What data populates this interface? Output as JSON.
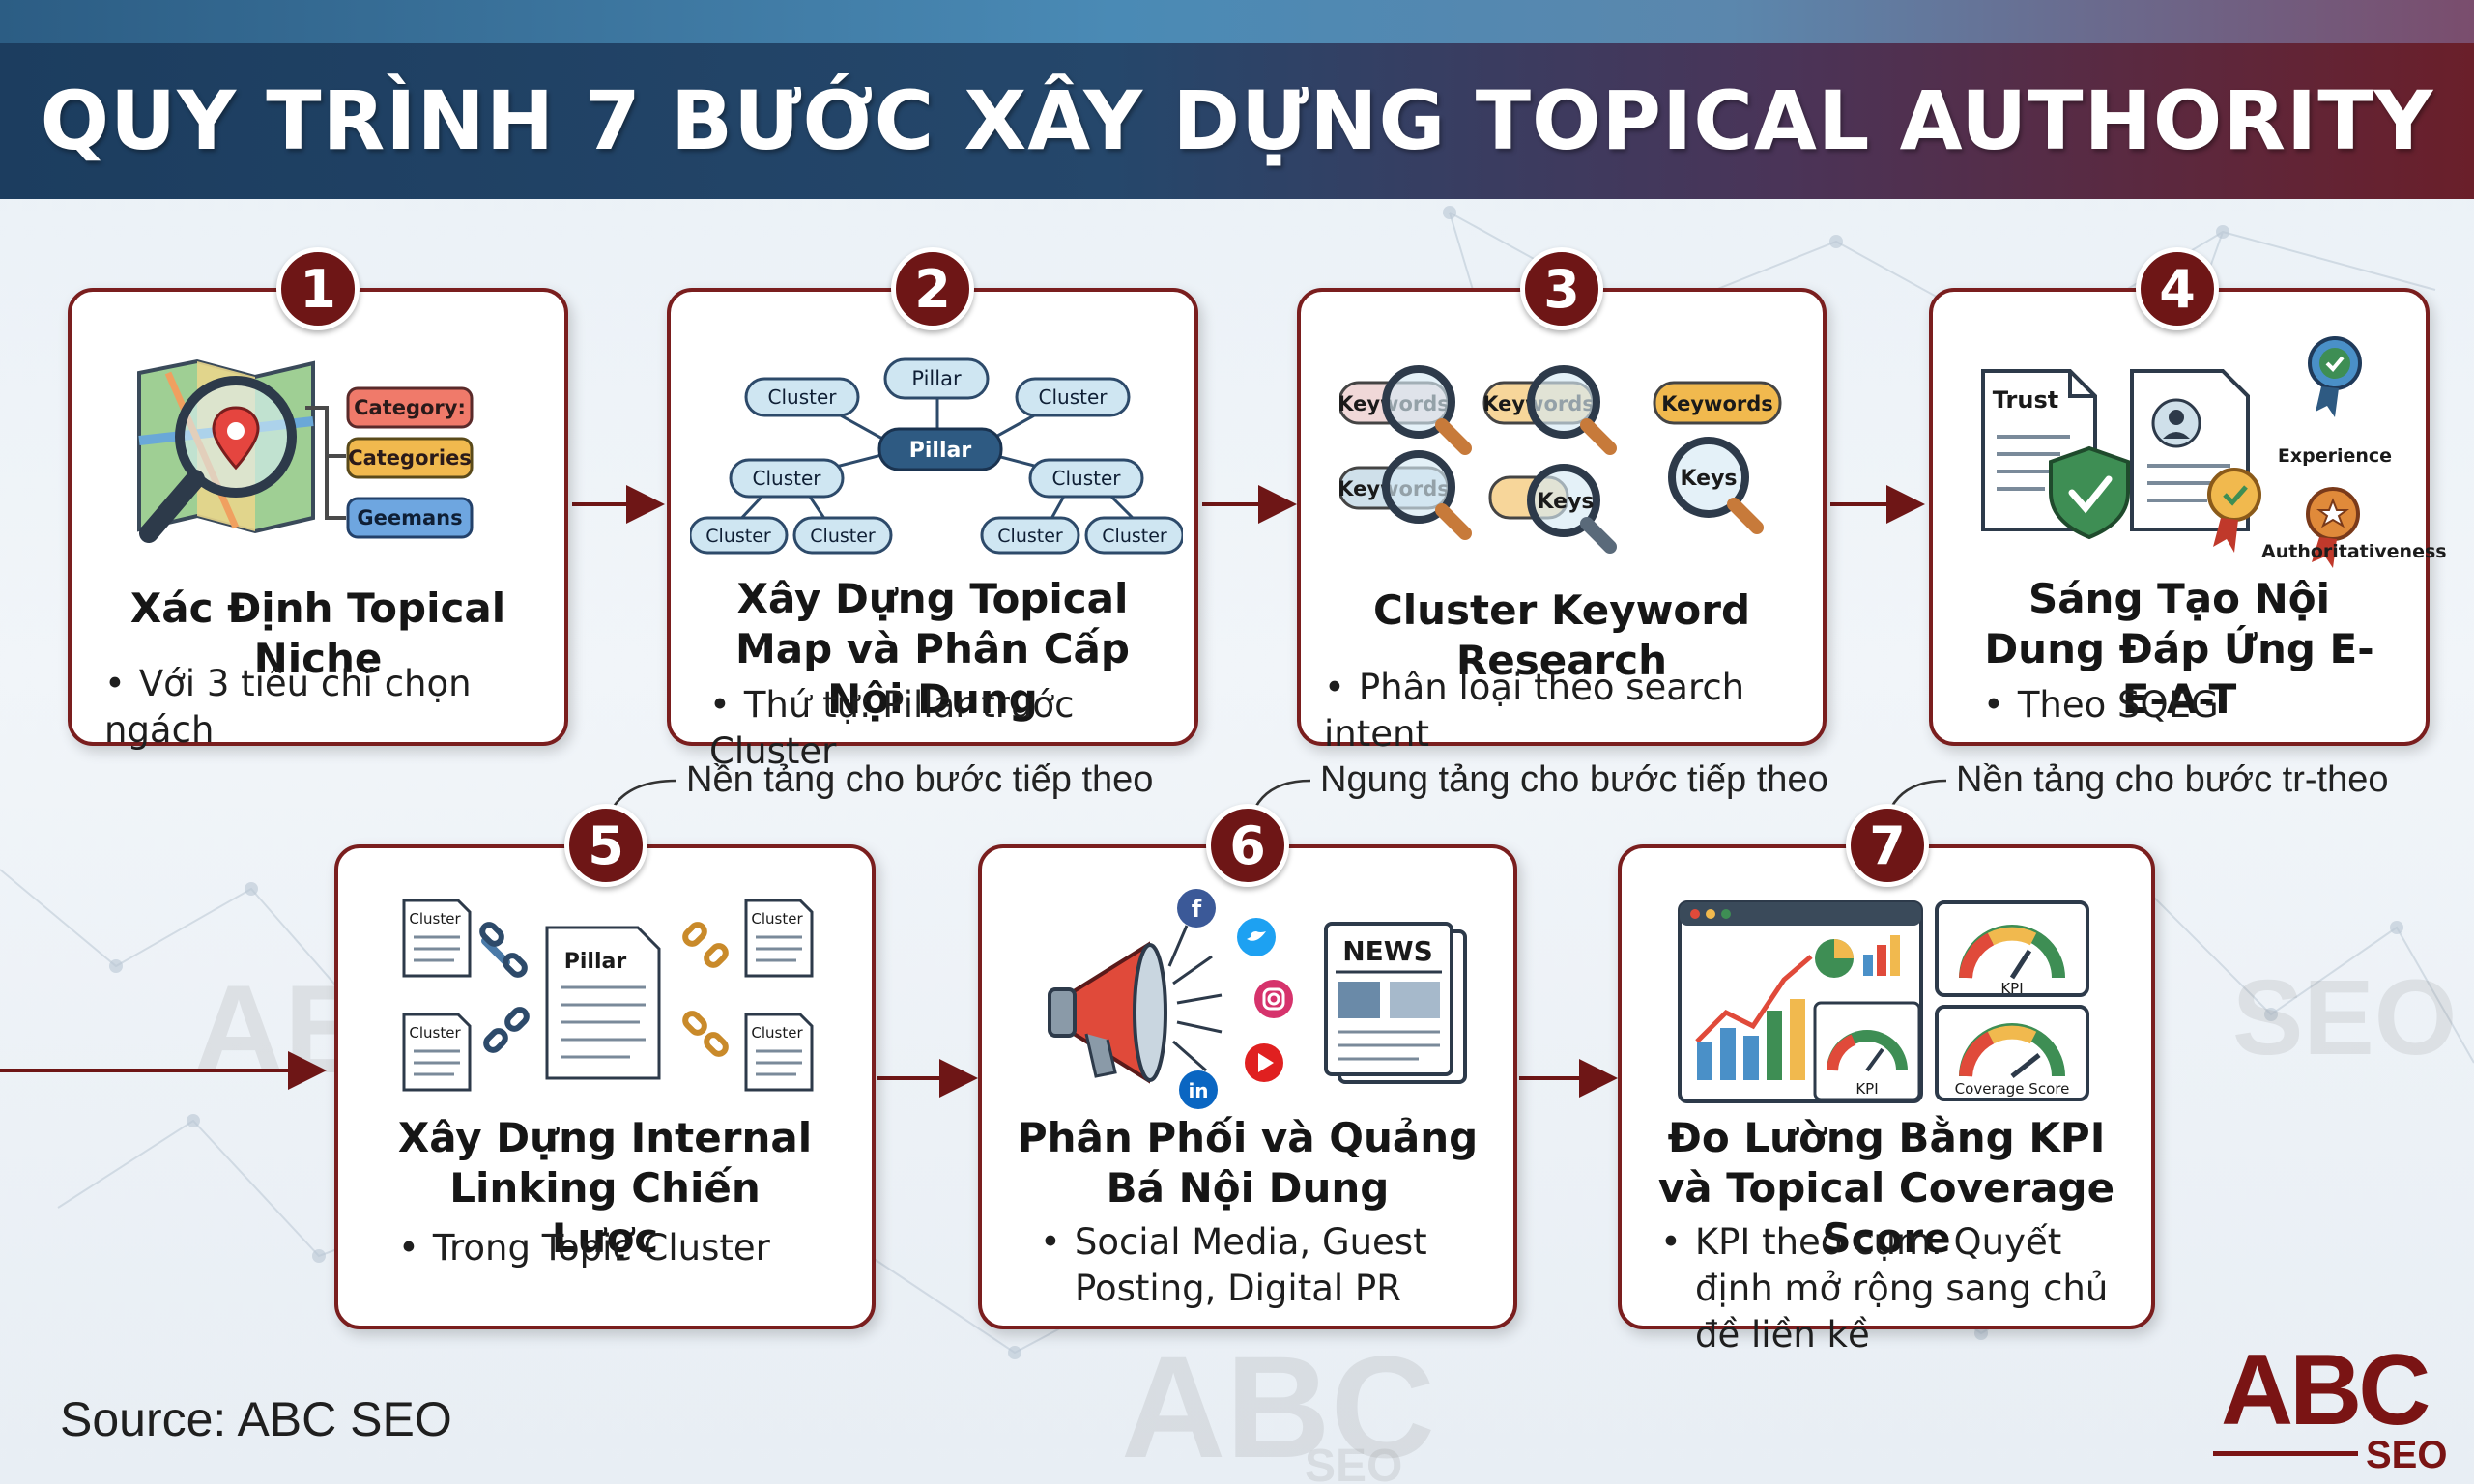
{
  "header": {
    "title": "QUY TRÌNH 7 BƯỚC XÂY DỰNG TOPICAL AUTHORITY"
  },
  "steps": [
    {
      "number": "1",
      "title": "Xác Định Topical Niche",
      "bullet": "Với 3 tiêu chí chọn ngách",
      "illustration": {
        "labels": [
          "Category:",
          "Categories",
          "Geemans"
        ]
      }
    },
    {
      "number": "2",
      "title": "Xây Dựng Topical Map và Phân Cấp Nội Dung",
      "bullet": "Thứ tự: Pillar trước Cluster",
      "illustration": {
        "pillar": "Pillar",
        "cluster": "Cluster"
      }
    },
    {
      "number": "3",
      "title": "Cluster Keyword Research",
      "bullet": "Phân loại theo search intent",
      "illustration": {
        "labels": [
          "Keywords",
          "Keywords",
          "Keywords",
          "Keywords",
          "Keys",
          "Keys"
        ]
      }
    },
    {
      "number": "4",
      "title": "Sáng Tạo Nội Dung Đáp Ứng E-E-A-T",
      "bullet": "Theo SQEG",
      "illustration": {
        "trust": "Trust",
        "experience": "Experience",
        "authoritativeness": "Authoritativeness"
      }
    },
    {
      "number": "5",
      "title": "Xây Dựng Internal Linking Chiến Lược",
      "bullet": "Trong Topic Cluster",
      "illustration": {
        "pillar": "Pillar",
        "cluster": "Cluster"
      }
    },
    {
      "number": "6",
      "title": "Phân Phối và Quảng Bá Nội Dung",
      "bullet": "Social Media, Guest Posting, Digital PR",
      "illustration": {
        "news": "NEWS",
        "icons": [
          "facebook-icon",
          "twitter-icon",
          "instagram-icon",
          "youtube-icon",
          "linkedin-icon",
          "megaphone-icon"
        ]
      }
    },
    {
      "number": "7",
      "title": "Đo Lường Bằng KPI và Topical Coverage Score",
      "bullet": "KPI theo cụm. Quyết định mở rộng sang chủ đề liền kề",
      "illustration": {
        "kpi": "KPI",
        "coverage": "Coverage Score"
      }
    }
  ],
  "notes": [
    "Nền tảng cho bước tiếp theo",
    "Ngung tảng cho bước tiếp theo",
    "Nền tảng cho bước tr-theo"
  ],
  "watermark": {
    "abc": "ABC",
    "seo": "SEO"
  },
  "footer": {
    "source": "Source: ABC SEO"
  },
  "logo": {
    "abc": "ABC",
    "seo": "SEO"
  },
  "colors": {
    "accent": "#7a1e1e",
    "header_left": "#1c3d5f",
    "header_right": "#6a1f2a"
  }
}
